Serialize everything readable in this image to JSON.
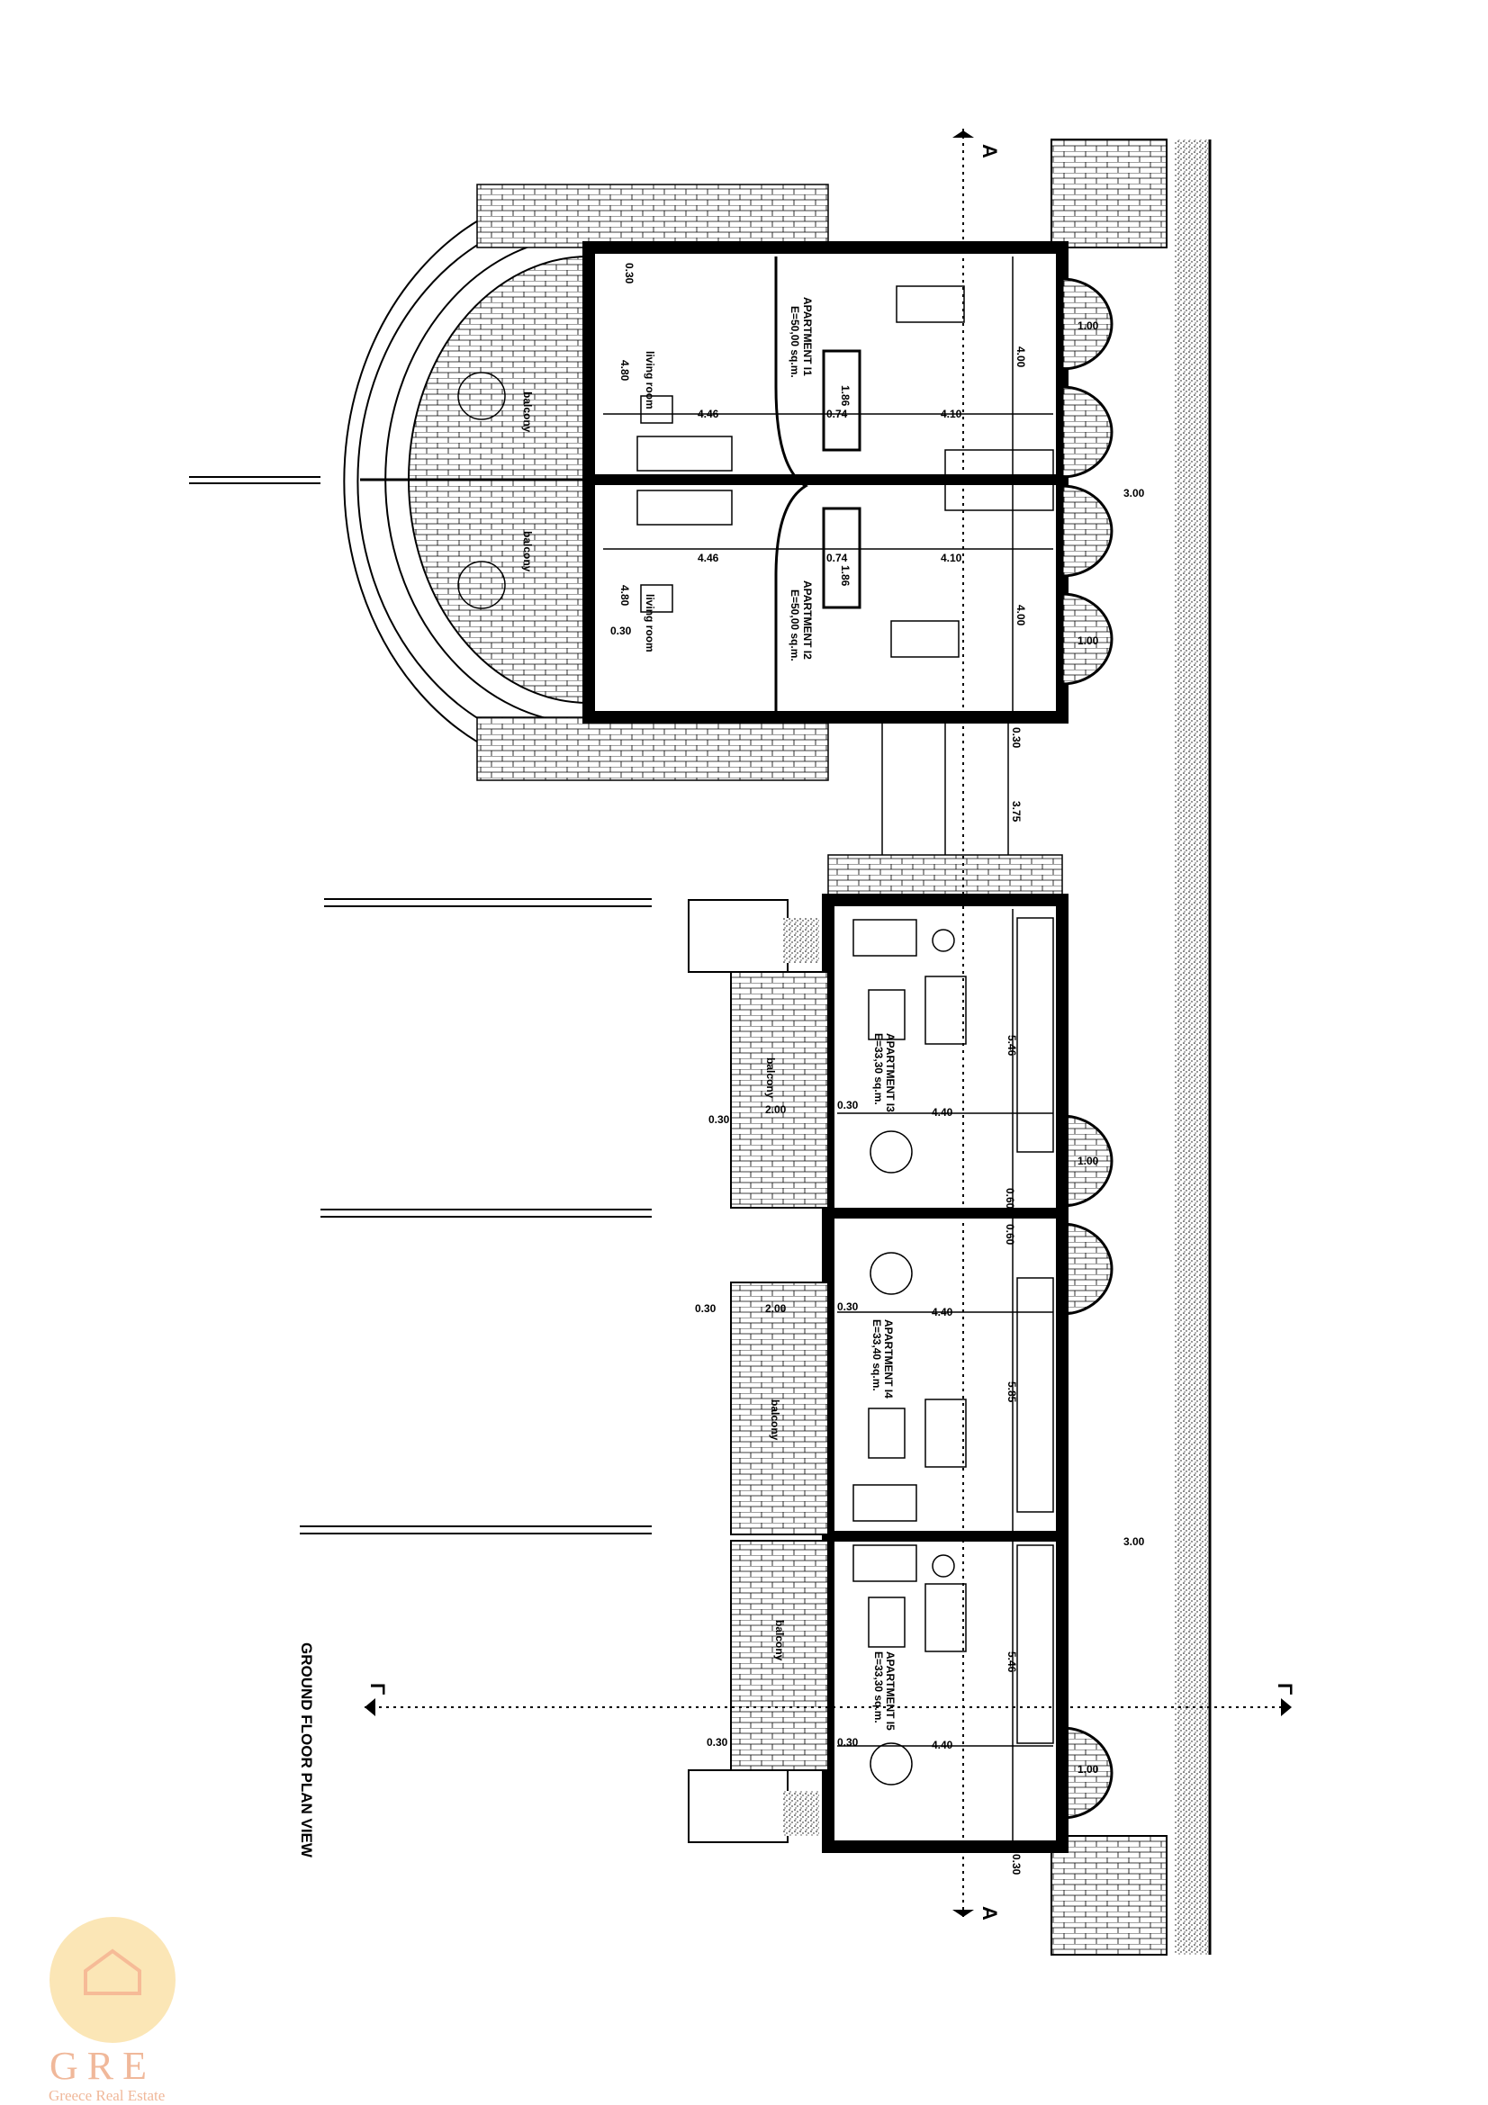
{
  "title": "GROUND FLOOR PLAN VIEW",
  "section_labels": {
    "a_top": "A",
    "a_bottom": "A",
    "g_left": "Γ",
    "g_right": "Γ"
  },
  "apartments": [
    {
      "name": "APARTMENT I1",
      "area": "E=50,00 sq.m."
    },
    {
      "name": "APARTMENT I2",
      "area": "E=50,00 sq.m."
    },
    {
      "name": "APARTMENT I3",
      "area": "E=33,30 sq.m."
    },
    {
      "name": "APARTMENT I4",
      "area": "E=33,40 sq.m."
    },
    {
      "name": "APARTMENT I5",
      "area": "E=33,30 sq.m."
    }
  ],
  "rooms": {
    "living": "living room",
    "balcony": "balcony"
  },
  "dimensions": {
    "d300": "3.00",
    "d400": "4.00",
    "d410": "4.10",
    "d446": "4.46",
    "d480": "4.80",
    "d186": "1.86",
    "d074": "0.74",
    "d100": "1.00",
    "d030": "0.30",
    "d375": "3.75",
    "d546": "5.46",
    "d585": "5.85",
    "d440": "4.40",
    "d200": "2.00",
    "d060": "0.60"
  },
  "logo": {
    "letters": "GRE",
    "tagline": "Greece Real Estate"
  },
  "colors": {
    "line": "#000000",
    "logo": "#f8d27a",
    "logo_text": "#f0b89a"
  }
}
